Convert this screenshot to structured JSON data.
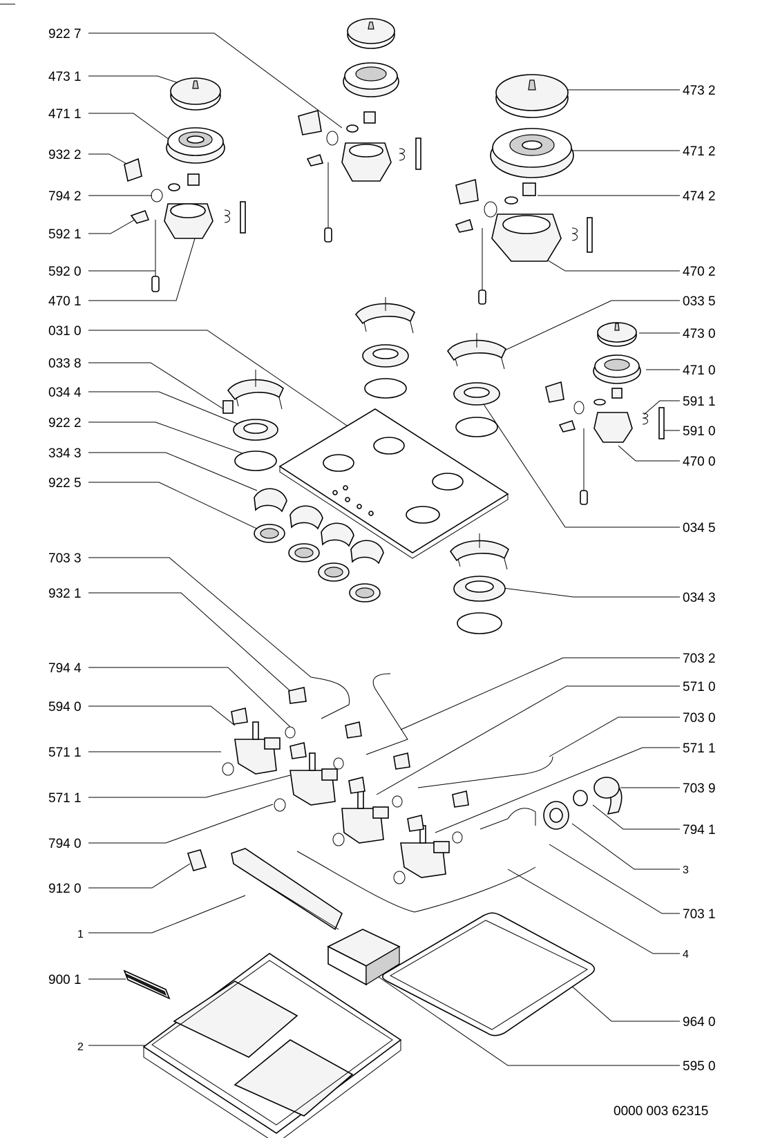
{
  "callouts_left": [
    {
      "id": "922-7",
      "text": "922 7"
    },
    {
      "id": "473-1",
      "text": "473 1"
    },
    {
      "id": "471-1",
      "text": "471 1"
    },
    {
      "id": "932-2",
      "text": "932 2"
    },
    {
      "id": "794-2",
      "text": "794 2"
    },
    {
      "id": "592-1",
      "text": "592 1"
    },
    {
      "id": "592-0",
      "text": "592 0"
    },
    {
      "id": "470-1",
      "text": "470 1"
    },
    {
      "id": "031-0",
      "text": "031 0"
    },
    {
      "id": "033-8",
      "text": "033 8"
    },
    {
      "id": "034-4",
      "text": "034 4"
    },
    {
      "id": "922-2",
      "text": "922 2"
    },
    {
      "id": "334-3",
      "text": "334 3"
    },
    {
      "id": "922-5",
      "text": "922 5"
    },
    {
      "id": "703-3",
      "text": "703 3"
    },
    {
      "id": "932-1",
      "text": "932 1"
    },
    {
      "id": "794-4",
      "text": "794 4"
    },
    {
      "id": "594-0",
      "text": "594 0"
    },
    {
      "id": "571-1a",
      "text": "571 1"
    },
    {
      "id": "571-1b",
      "text": "571 1"
    },
    {
      "id": "794-0",
      "text": "794 0"
    },
    {
      "id": "912-0",
      "text": "912 0"
    },
    {
      "id": "1",
      "text": "1"
    },
    {
      "id": "900-1",
      "text": "900 1"
    },
    {
      "id": "2",
      "text": "2"
    }
  ],
  "callouts_right": [
    {
      "id": "473-2",
      "text": "473 2"
    },
    {
      "id": "471-2",
      "text": "471 2"
    },
    {
      "id": "474-2",
      "text": "474 2"
    },
    {
      "id": "470-2",
      "text": "470 2"
    },
    {
      "id": "033-5",
      "text": "033 5"
    },
    {
      "id": "473-0",
      "text": "473 0"
    },
    {
      "id": "471-0",
      "text": "471 0"
    },
    {
      "id": "591-1",
      "text": "591 1"
    },
    {
      "id": "591-0",
      "text": "591 0"
    },
    {
      "id": "470-0",
      "text": "470 0"
    },
    {
      "id": "034-5",
      "text": "034 5"
    },
    {
      "id": "034-3",
      "text": "034 3"
    },
    {
      "id": "703-2",
      "text": "703 2"
    },
    {
      "id": "571-0",
      "text": "571 0"
    },
    {
      "id": "703-0",
      "text": "703 0"
    },
    {
      "id": "571-1c",
      "text": "571 1"
    },
    {
      "id": "703-9",
      "text": "703 9"
    },
    {
      "id": "794-1",
      "text": "794 1"
    },
    {
      "id": "3",
      "text": "3"
    },
    {
      "id": "703-1",
      "text": "703 1"
    },
    {
      "id": "4",
      "text": "4"
    },
    {
      "id": "964-0",
      "text": "964 0"
    },
    {
      "id": "595-0",
      "text": "595 0"
    }
  ],
  "doc_number": "0000 003 62315"
}
